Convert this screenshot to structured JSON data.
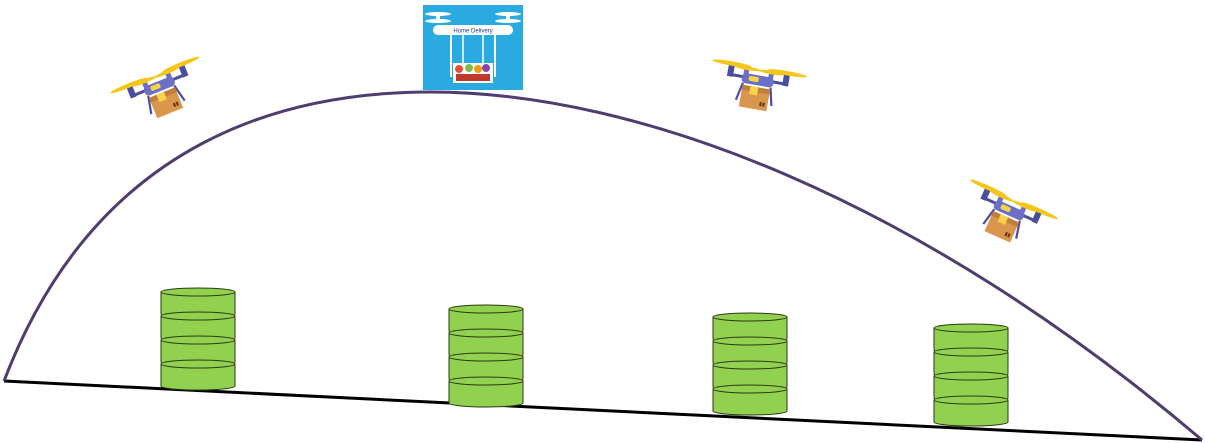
{
  "scene": {
    "drone_count": 3,
    "data_stack_count": 4,
    "colors": {
      "trajectory": "#4e3d6e",
      "ground": "#000000",
      "stack_fill": "#92d050",
      "stack_stroke": "#2b3a12",
      "drone_body": "#6c6fc6",
      "drone_dark": "#4b4e9e",
      "propeller": "#f5c518",
      "package": "#d9964c",
      "package_tape": "#f8d44a",
      "badge_bg": "#29abe2"
    },
    "icons": {
      "drone": "delivery-drone-icon",
      "stack": "database-stack-icon",
      "badge": "home-delivery-drone-icon"
    },
    "badge": {
      "label": "Home Delivery"
    }
  }
}
